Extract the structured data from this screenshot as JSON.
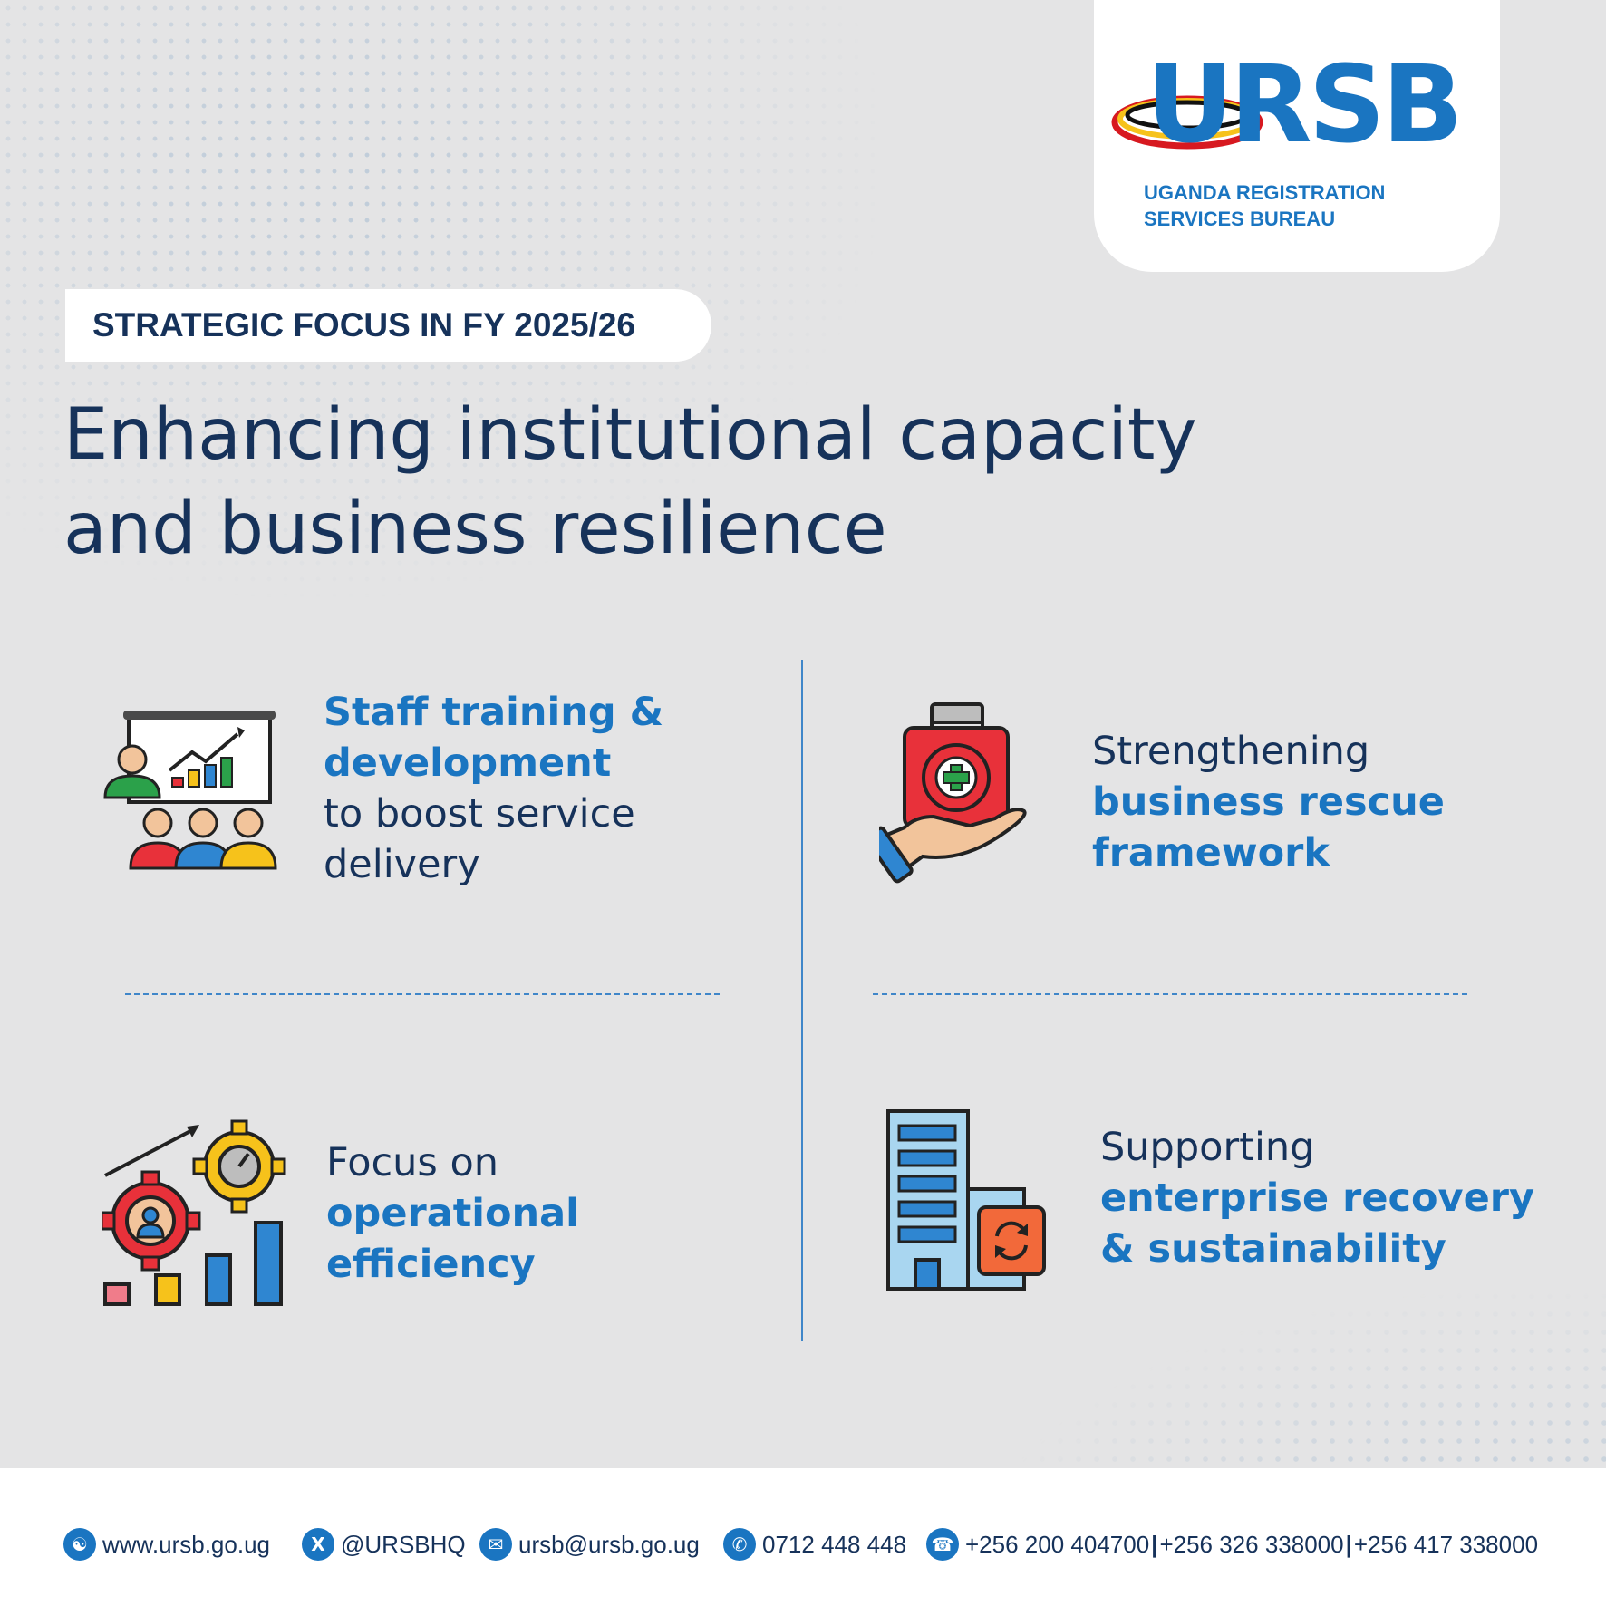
{
  "brand": {
    "logo_text": "URSB",
    "name_line1": "UGANDA REGISTRATION",
    "name_line2": "SERVICES BUREAU",
    "primary_color": "#1a75c1",
    "dark_color": "#16325a"
  },
  "tag": "STRATEGIC FOCUS IN FY 2025/26",
  "headline": {
    "line1": "Enhancing institutional capacity",
    "line2": "and business resilience"
  },
  "items": [
    {
      "icon": "training-presentation-icon",
      "bold1": "Staff training &",
      "bold2": "development",
      "normal1": "to boost service",
      "normal2": "delivery"
    },
    {
      "icon": "business-rescue-kit-icon",
      "lead": "Strengthening",
      "bold1": "business rescue",
      "bold2": "framework"
    },
    {
      "icon": "operational-efficiency-gears-icon",
      "lead": "Focus on",
      "bold1": "operational",
      "bold2": "efficiency"
    },
    {
      "icon": "enterprise-recovery-building-icon",
      "lead": "Supporting",
      "bold1": "enterprise recovery",
      "bold2": "& sustainability"
    }
  ],
  "footer": {
    "website": "www.ursb.go.ug",
    "twitter": "@URSBHQ",
    "email": "ursb@ursb.go.ug",
    "whatsapp": "0712 448 448",
    "phone1": "+256 200 404700",
    "phone2": "+256 326 338000",
    "phone3": "+256 417 338000",
    "separator": "|"
  }
}
